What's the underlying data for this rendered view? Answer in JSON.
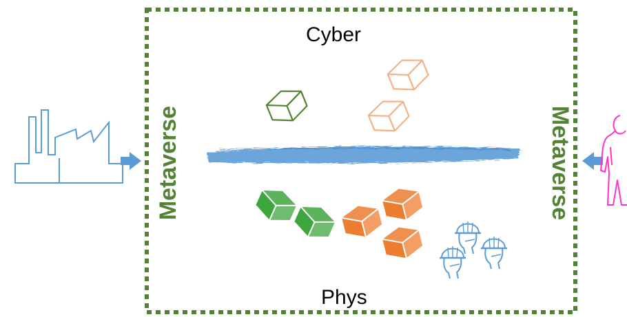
{
  "labels": {
    "cyber": "Cyber",
    "phys": "Phys",
    "metaverse_left": "Metaverse",
    "metaverse_right": "Metaverse"
  },
  "colors": {
    "frame": "#548235",
    "metaverse_text": "#548235",
    "factory": "#5B9BD5",
    "arrow": "#5B9BD5",
    "stroke": "#5B9BD5",
    "cube_outline_green": "#548235",
    "cube_outline_orange": "#F4B183",
    "cube_solid_green": "#3FA63F",
    "cube_solid_orange": "#ED7D31",
    "workers": "#5B9BD5",
    "person": "#FF33CC"
  },
  "icons": {
    "left": "factory-icon",
    "right": "person-icon",
    "people": "construction-worker-icon",
    "cube": "cube-icon"
  }
}
